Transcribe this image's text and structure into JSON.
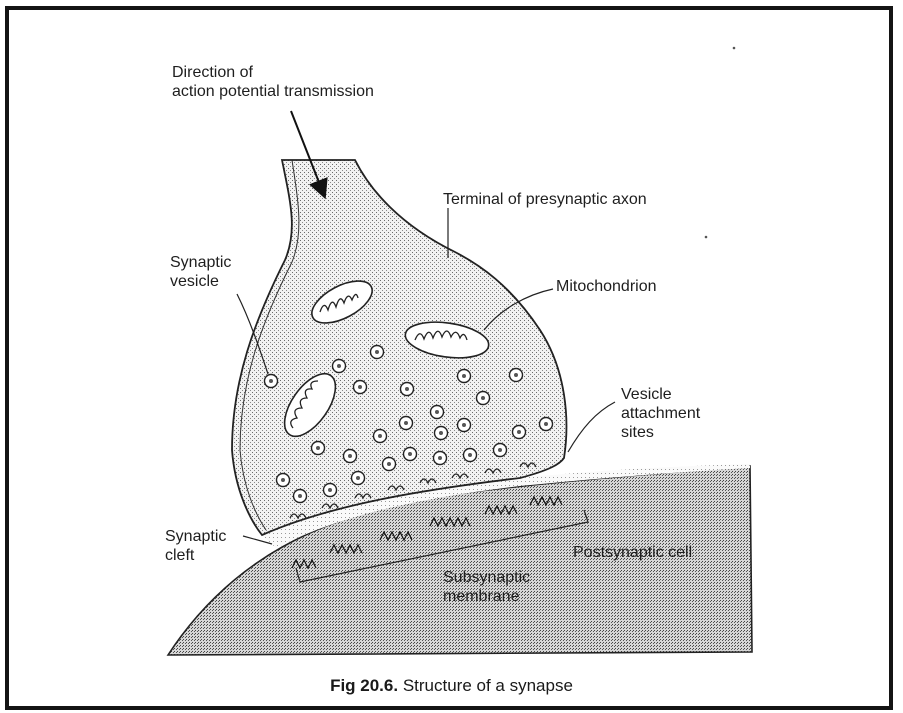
{
  "labels": {
    "direction": [
      "Direction of",
      "action potential transmission"
    ],
    "terminal": "Terminal of presynaptic axon",
    "synaptic_vesicle": [
      "Synaptic",
      "vesicle"
    ],
    "mitochondrion": "Mitochondrion",
    "vesicle_attachment": [
      "Vesicle",
      "attachment",
      "sites"
    ],
    "synaptic_cleft": [
      "Synaptic",
      "cleft"
    ],
    "postsynaptic_cell": "Postsynaptic cell",
    "subsynaptic_membrane": [
      "Subsynaptic",
      "membrane"
    ]
  },
  "caption": {
    "number": "Fig 20.6.",
    "text": "Structure of a synapse"
  }
}
